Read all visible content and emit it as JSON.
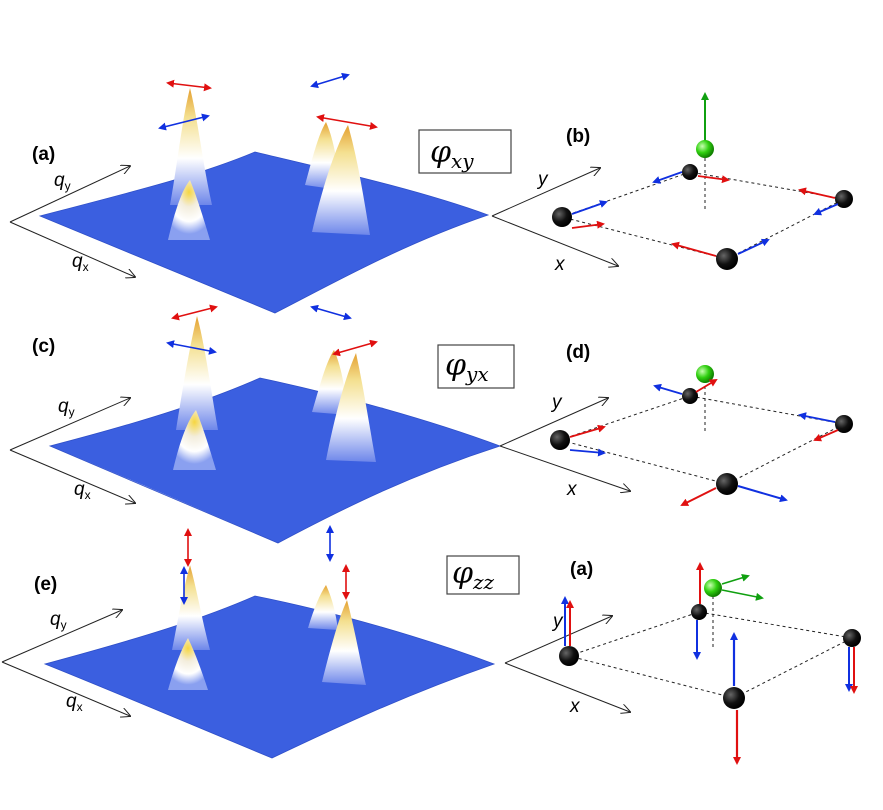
{
  "panels": [
    {
      "label": "(a)",
      "qy": "q",
      "qy_sub": "y",
      "qx": "q",
      "qx_sub": "x"
    },
    {
      "label": "(c)",
      "qy": "q",
      "qy_sub": "y",
      "qx": "q",
      "qx_sub": "x"
    },
    {
      "label": "(e)",
      "qy": "q",
      "qy_sub": "y",
      "qx": "q",
      "qx_sub": "x"
    }
  ],
  "phonons": [
    {
      "symbol": "φ",
      "sub": "xy"
    },
    {
      "symbol": "φ",
      "sub": "yx"
    },
    {
      "symbol": "φ",
      "sub": "zz"
    }
  ],
  "lattices": [
    {
      "label": "(b)",
      "y": "y",
      "x": "x"
    },
    {
      "label": "(d)",
      "y": "y",
      "x": "x"
    },
    {
      "label": "(a)",
      "y": "y",
      "x": "x"
    }
  ],
  "colors": {
    "surface": "#3b5fe0",
    "peak": "#f0d040",
    "arrow_red": "#e01010",
    "arrow_blue": "#1030e0",
    "arrow_green": "#10a010",
    "atom": "#111111",
    "atom_green": "#40d020"
  }
}
